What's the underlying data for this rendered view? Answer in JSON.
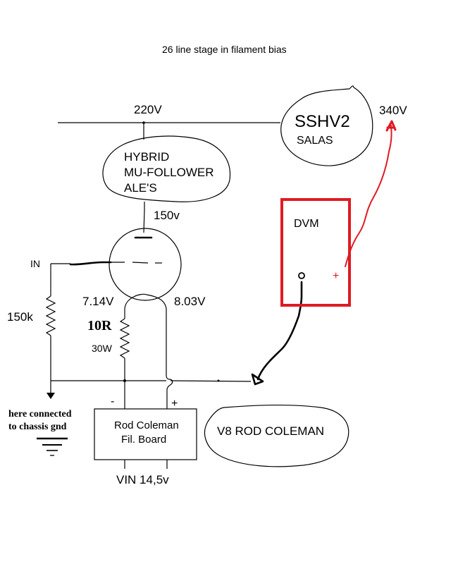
{
  "diagram": {
    "title": "26 line stage in filament bias",
    "labels": {
      "v220": "220V",
      "sshv2": "SSHV2",
      "salas": "SALAS",
      "v340": "340V",
      "hybrid1": "HYBRID",
      "hybrid2": "MU-FOLLOWER",
      "hybrid3": "ALE'S",
      "v150": "150v",
      "dvm": "DVM",
      "plus_red": "+",
      "in": "IN",
      "r150k": "150k",
      "v714": "7.14V",
      "v803": "8.03V",
      "r10": "10R",
      "w30": "30W",
      "minus": "-",
      "plus": "+",
      "gnd1": "here connected",
      "gnd2": "to chassis gnd",
      "board1": "Rod Coleman",
      "board2": "Fil. Board",
      "v8": "V8 ROD COLEMAN",
      "vin": "VIN 14,5v"
    },
    "colors": {
      "ink": "#000000",
      "accent": "#e01a22"
    }
  }
}
